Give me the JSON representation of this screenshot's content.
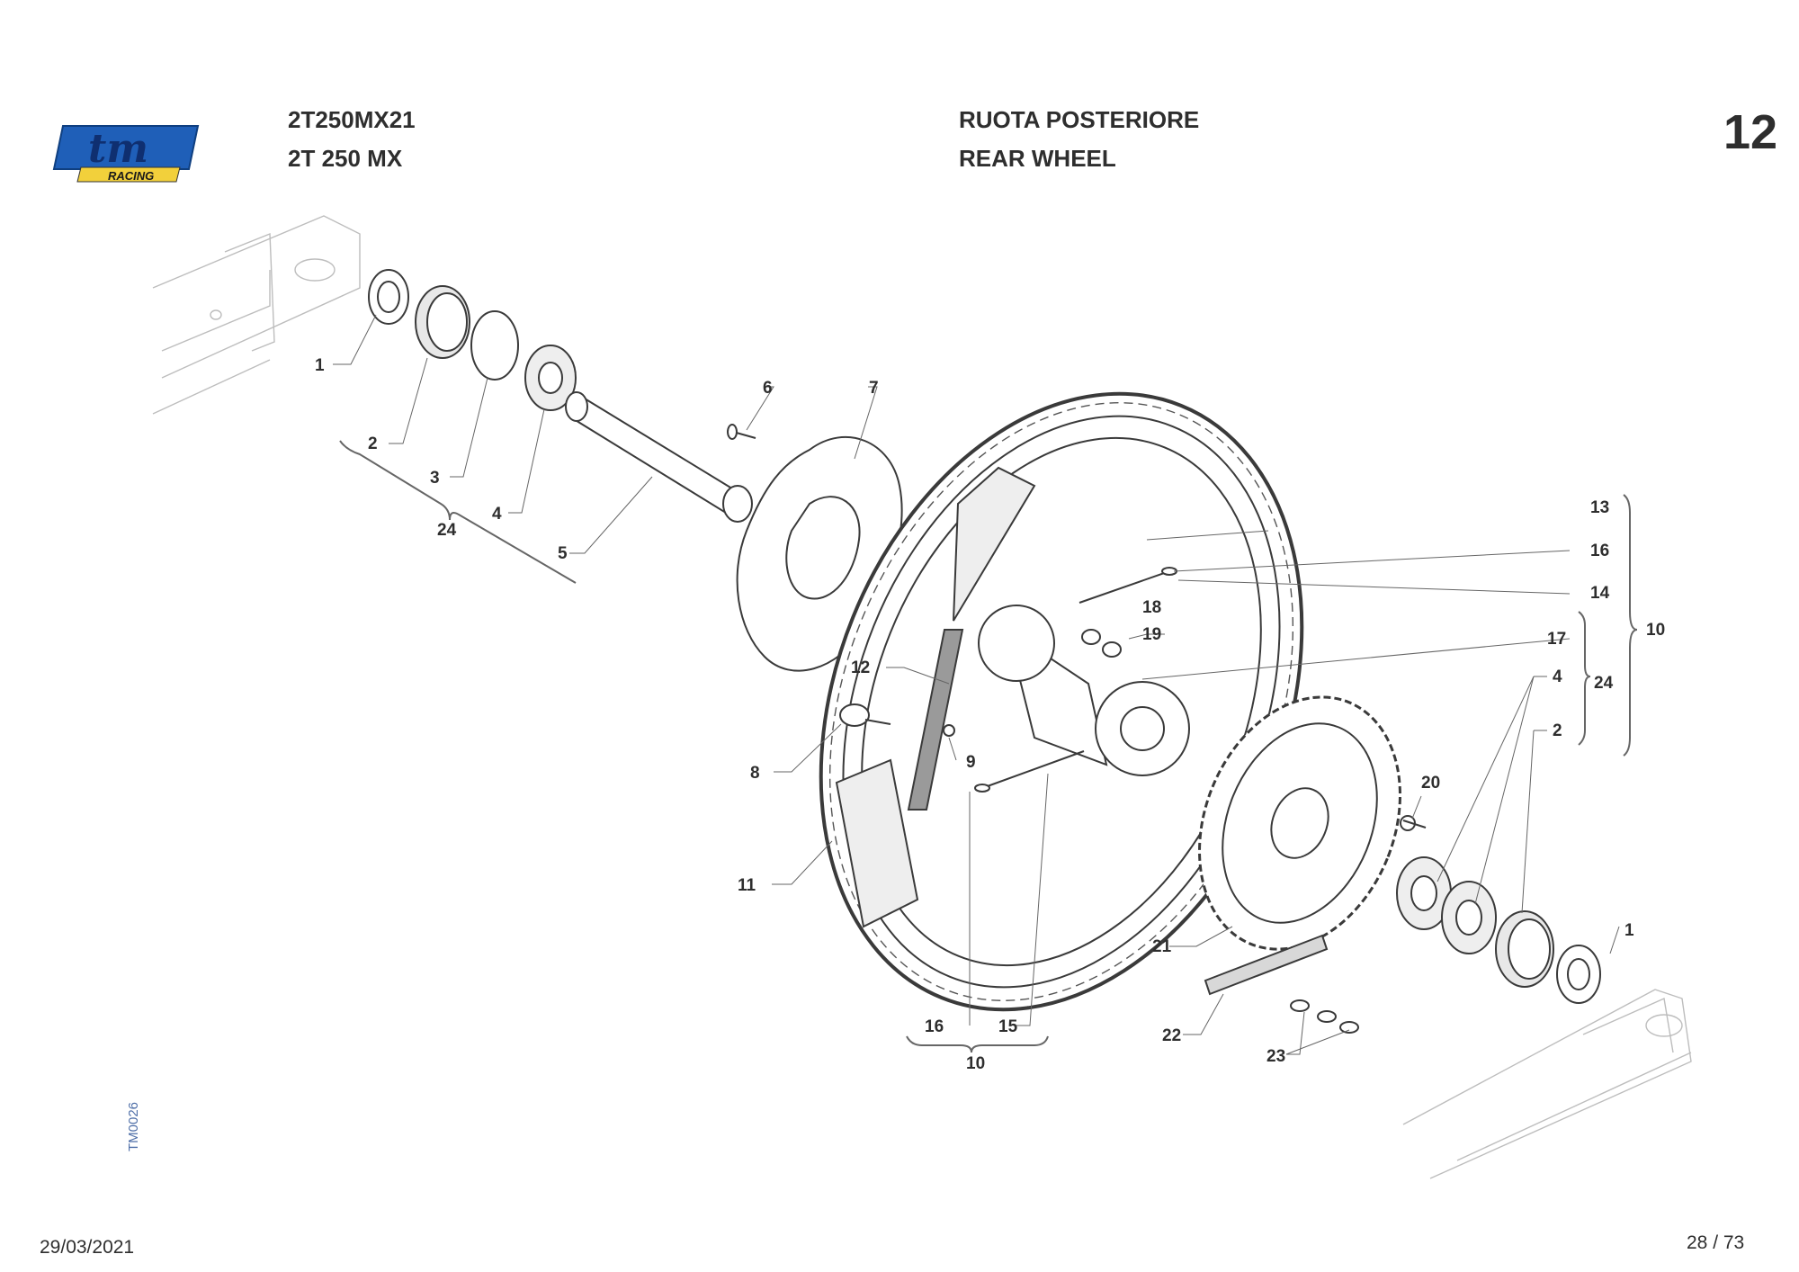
{
  "header": {
    "model_code": "2T250MX21",
    "model_name": "2T 250 MX",
    "title_it": "RUOTA POSTERIORE",
    "title_en": "REAR WHEEL",
    "page_section": "12",
    "logo_text": "tm",
    "logo_sub": "RACING"
  },
  "footer": {
    "date": "29/03/2021",
    "pagination": "28 / 73",
    "doc_id": "TM0026"
  },
  "callouts": {
    "c1a": "1",
    "c2a": "2",
    "c3": "3",
    "c4a": "4",
    "c5": "5",
    "c24a": "24",
    "c6": "6",
    "c7": "7",
    "c8": "8",
    "c9": "9",
    "c11": "11",
    "c12": "12",
    "c13": "13",
    "c16a": "16",
    "c14": "14",
    "c10a": "10",
    "c17": "17",
    "c4b": "4",
    "c24b": "24",
    "c2b": "2",
    "c18": "18",
    "c19": "19",
    "c20": "20",
    "c1b": "1",
    "c21": "21",
    "c22": "22",
    "c23": "23",
    "c16b": "16",
    "c15": "15",
    "c10b": "10"
  },
  "colors": {
    "logo_blue": "#1f5fb8",
    "logo_yellow": "#f2d03b",
    "line_dark": "#3a3a3a"
  }
}
